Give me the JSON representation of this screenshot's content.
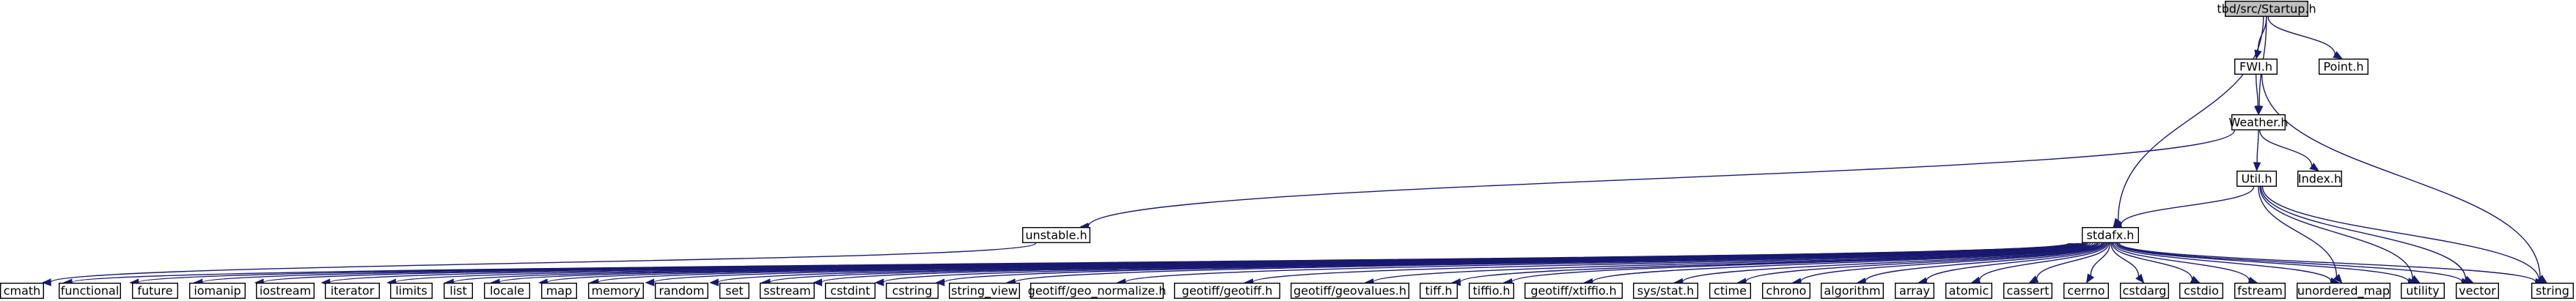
{
  "graph": {
    "edge_color": "#191970",
    "root_fill": "#bfbfbf",
    "nodes": [
      {
        "id": "startup",
        "label": "tbd/src/Startup.h",
        "root": true
      },
      {
        "id": "fwi",
        "label": "FWI.h"
      },
      {
        "id": "point",
        "label": "Point.h"
      },
      {
        "id": "weather",
        "label": "Weather.h"
      },
      {
        "id": "index",
        "label": "Index.h"
      },
      {
        "id": "util",
        "label": "Util.h"
      },
      {
        "id": "unstable",
        "label": "unstable.h"
      },
      {
        "id": "stdafx",
        "label": "stdafx.h"
      },
      {
        "id": "cmath",
        "label": "cmath"
      },
      {
        "id": "functional",
        "label": "functional"
      },
      {
        "id": "future",
        "label": "future"
      },
      {
        "id": "iomanip",
        "label": "iomanip"
      },
      {
        "id": "iostream",
        "label": "iostream"
      },
      {
        "id": "iterator",
        "label": "iterator"
      },
      {
        "id": "limits",
        "label": "limits"
      },
      {
        "id": "list",
        "label": "list"
      },
      {
        "id": "locale",
        "label": "locale"
      },
      {
        "id": "map",
        "label": "map"
      },
      {
        "id": "memory",
        "label": "memory"
      },
      {
        "id": "random",
        "label": "random"
      },
      {
        "id": "set",
        "label": "set"
      },
      {
        "id": "sstream",
        "label": "sstream"
      },
      {
        "id": "cstdint",
        "label": "cstdint"
      },
      {
        "id": "cstring",
        "label": "cstring"
      },
      {
        "id": "string_view",
        "label": "string_view"
      },
      {
        "id": "geo_normalize",
        "label": "geotiff/geo_normalize.h"
      },
      {
        "id": "geotiff",
        "label": "geotiff/geotiff.h"
      },
      {
        "id": "geovalues",
        "label": "geotiff/geovalues.h"
      },
      {
        "id": "tiff",
        "label": "tiff.h"
      },
      {
        "id": "tiffio",
        "label": "tiffio.h"
      },
      {
        "id": "xtiffio",
        "label": "geotiff/xtiffio.h"
      },
      {
        "id": "sysstat",
        "label": "sys/stat.h"
      },
      {
        "id": "ctime",
        "label": "ctime"
      },
      {
        "id": "chrono",
        "label": "chrono"
      },
      {
        "id": "algorithm",
        "label": "algorithm"
      },
      {
        "id": "array",
        "label": "array"
      },
      {
        "id": "atomic",
        "label": "atomic"
      },
      {
        "id": "cassert",
        "label": "cassert"
      },
      {
        "id": "cerrno",
        "label": "cerrno"
      },
      {
        "id": "cstdarg",
        "label": "cstdarg"
      },
      {
        "id": "cstdio",
        "label": "cstdio"
      },
      {
        "id": "fstream",
        "label": "fstream"
      },
      {
        "id": "unordered_map",
        "label": "unordered_map"
      },
      {
        "id": "utility",
        "label": "utility"
      },
      {
        "id": "vector",
        "label": "vector"
      },
      {
        "id": "string",
        "label": "string"
      }
    ],
    "edges": [
      [
        "startup",
        "fwi"
      ],
      [
        "startup",
        "point"
      ],
      [
        "startup",
        "weather"
      ],
      [
        "startup",
        "stdafx"
      ],
      [
        "fwi",
        "weather"
      ],
      [
        "fwi",
        "string"
      ],
      [
        "weather",
        "index"
      ],
      [
        "weather",
        "util"
      ],
      [
        "weather",
        "unstable"
      ],
      [
        "util",
        "stdafx"
      ],
      [
        "util",
        "unordered_map"
      ],
      [
        "util",
        "utility"
      ],
      [
        "util",
        "vector"
      ],
      [
        "util",
        "string"
      ],
      [
        "unstable",
        "cmath"
      ],
      [
        "stdafx",
        "cmath"
      ],
      [
        "stdafx",
        "functional"
      ],
      [
        "stdafx",
        "future"
      ],
      [
        "stdafx",
        "iomanip"
      ],
      [
        "stdafx",
        "iostream"
      ],
      [
        "stdafx",
        "iterator"
      ],
      [
        "stdafx",
        "limits"
      ],
      [
        "stdafx",
        "list"
      ],
      [
        "stdafx",
        "locale"
      ],
      [
        "stdafx",
        "map"
      ],
      [
        "stdafx",
        "memory"
      ],
      [
        "stdafx",
        "random"
      ],
      [
        "stdafx",
        "set"
      ],
      [
        "stdafx",
        "sstream"
      ],
      [
        "stdafx",
        "cstdint"
      ],
      [
        "stdafx",
        "cstring"
      ],
      [
        "stdafx",
        "string_view"
      ],
      [
        "stdafx",
        "geo_normalize"
      ],
      [
        "stdafx",
        "geotiff"
      ],
      [
        "stdafx",
        "geovalues"
      ],
      [
        "stdafx",
        "tiff"
      ],
      [
        "stdafx",
        "tiffio"
      ],
      [
        "stdafx",
        "xtiffio"
      ],
      [
        "stdafx",
        "sysstat"
      ],
      [
        "stdafx",
        "ctime"
      ],
      [
        "stdafx",
        "chrono"
      ],
      [
        "stdafx",
        "algorithm"
      ],
      [
        "stdafx",
        "array"
      ],
      [
        "stdafx",
        "atomic"
      ],
      [
        "stdafx",
        "cassert"
      ],
      [
        "stdafx",
        "cerrno"
      ],
      [
        "stdafx",
        "cstdarg"
      ],
      [
        "stdafx",
        "cstdio"
      ],
      [
        "stdafx",
        "fstream"
      ],
      [
        "stdafx",
        "unordered_map"
      ],
      [
        "stdafx",
        "utility"
      ],
      [
        "stdafx",
        "vector"
      ],
      [
        "stdafx",
        "string"
      ]
    ]
  }
}
